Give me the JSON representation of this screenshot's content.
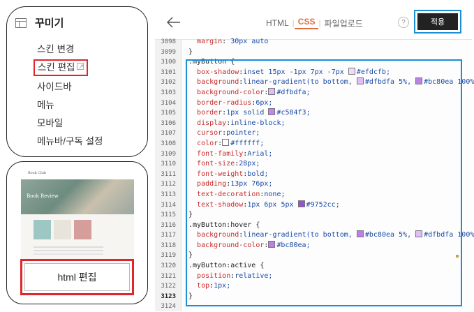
{
  "menu": {
    "title": "꾸미기",
    "items": [
      {
        "label": "스킨 변경"
      },
      {
        "label": "스킨 편집",
        "active": true
      },
      {
        "label": "사이드바"
      },
      {
        "label": "메뉴"
      },
      {
        "label": "모바일"
      },
      {
        "label": "메뉴바/구독 설정"
      }
    ]
  },
  "thumbnail": {
    "logo": "Book Club",
    "hero_text": "Book Review",
    "card_colors": [
      "#9cc7c2",
      "#e7e4dc",
      "#d69e9a"
    ]
  },
  "html_edit_button": {
    "label": "html 편집"
  },
  "editor": {
    "tabs": [
      {
        "label": "HTML",
        "active": false
      },
      {
        "label": "CSS",
        "active": true
      },
      {
        "label": "파일업로드",
        "active": false
      }
    ],
    "help_label": "?",
    "apply_label": "적용",
    "code_lines": [
      {
        "n": "3098",
        "text": "  margin: 30px auto"
      },
      {
        "n": "3099",
        "text": "}"
      },
      {
        "n": "3100",
        "text": ".myButton {"
      },
      {
        "n": "3101",
        "text": "  box-shadow:inset 15px -1px 7px -7px #efdcfb;"
      },
      {
        "n": "3102",
        "text": "  background:linear-gradient(to bottom, #dfbdfa 5%, #bc80ea 100%"
      },
      {
        "n": "3103",
        "text": "  background-color:#dfbdfa;"
      },
      {
        "n": "3104",
        "text": "  border-radius:6px;"
      },
      {
        "n": "3105",
        "text": "  border:1px solid #c584f3;"
      },
      {
        "n": "3106",
        "text": "  display:inline-block;"
      },
      {
        "n": "3107",
        "text": "  cursor:pointer;"
      },
      {
        "n": "3108",
        "text": "  color:#ffffff;"
      },
      {
        "n": "3109",
        "text": "  font-family:Arial;"
      },
      {
        "n": "3110",
        "text": "  font-size:28px;"
      },
      {
        "n": "3111",
        "text": "  font-weight:bold;"
      },
      {
        "n": "3112",
        "text": "  padding:13px 76px;"
      },
      {
        "n": "3113",
        "text": "  text-decoration:none;"
      },
      {
        "n": "3114",
        "text": "  text-shadow:1px 6px 5px #9752cc;"
      },
      {
        "n": "3115",
        "text": "}"
      },
      {
        "n": "3116",
        "text": ".myButton:hover {"
      },
      {
        "n": "3117",
        "text": "  background:linear-gradient(to bottom, #bc80ea 5%, #dfbdfa 100%"
      },
      {
        "n": "3118",
        "text": "  background-color:#bc80ea;"
      },
      {
        "n": "3119",
        "text": "}"
      },
      {
        "n": "3120",
        "text": ".myButton:active {"
      },
      {
        "n": "3121",
        "text": "  position:relative;"
      },
      {
        "n": "3122",
        "text": "  top:1px;"
      },
      {
        "n": "3123",
        "text": "}",
        "current": true
      },
      {
        "n": "3124",
        "text": ""
      }
    ]
  },
  "colors": {
    "highlight_blue": "#1b8fd6",
    "annotation_red": "#e0262a",
    "active_tab": "#e06c3c"
  }
}
